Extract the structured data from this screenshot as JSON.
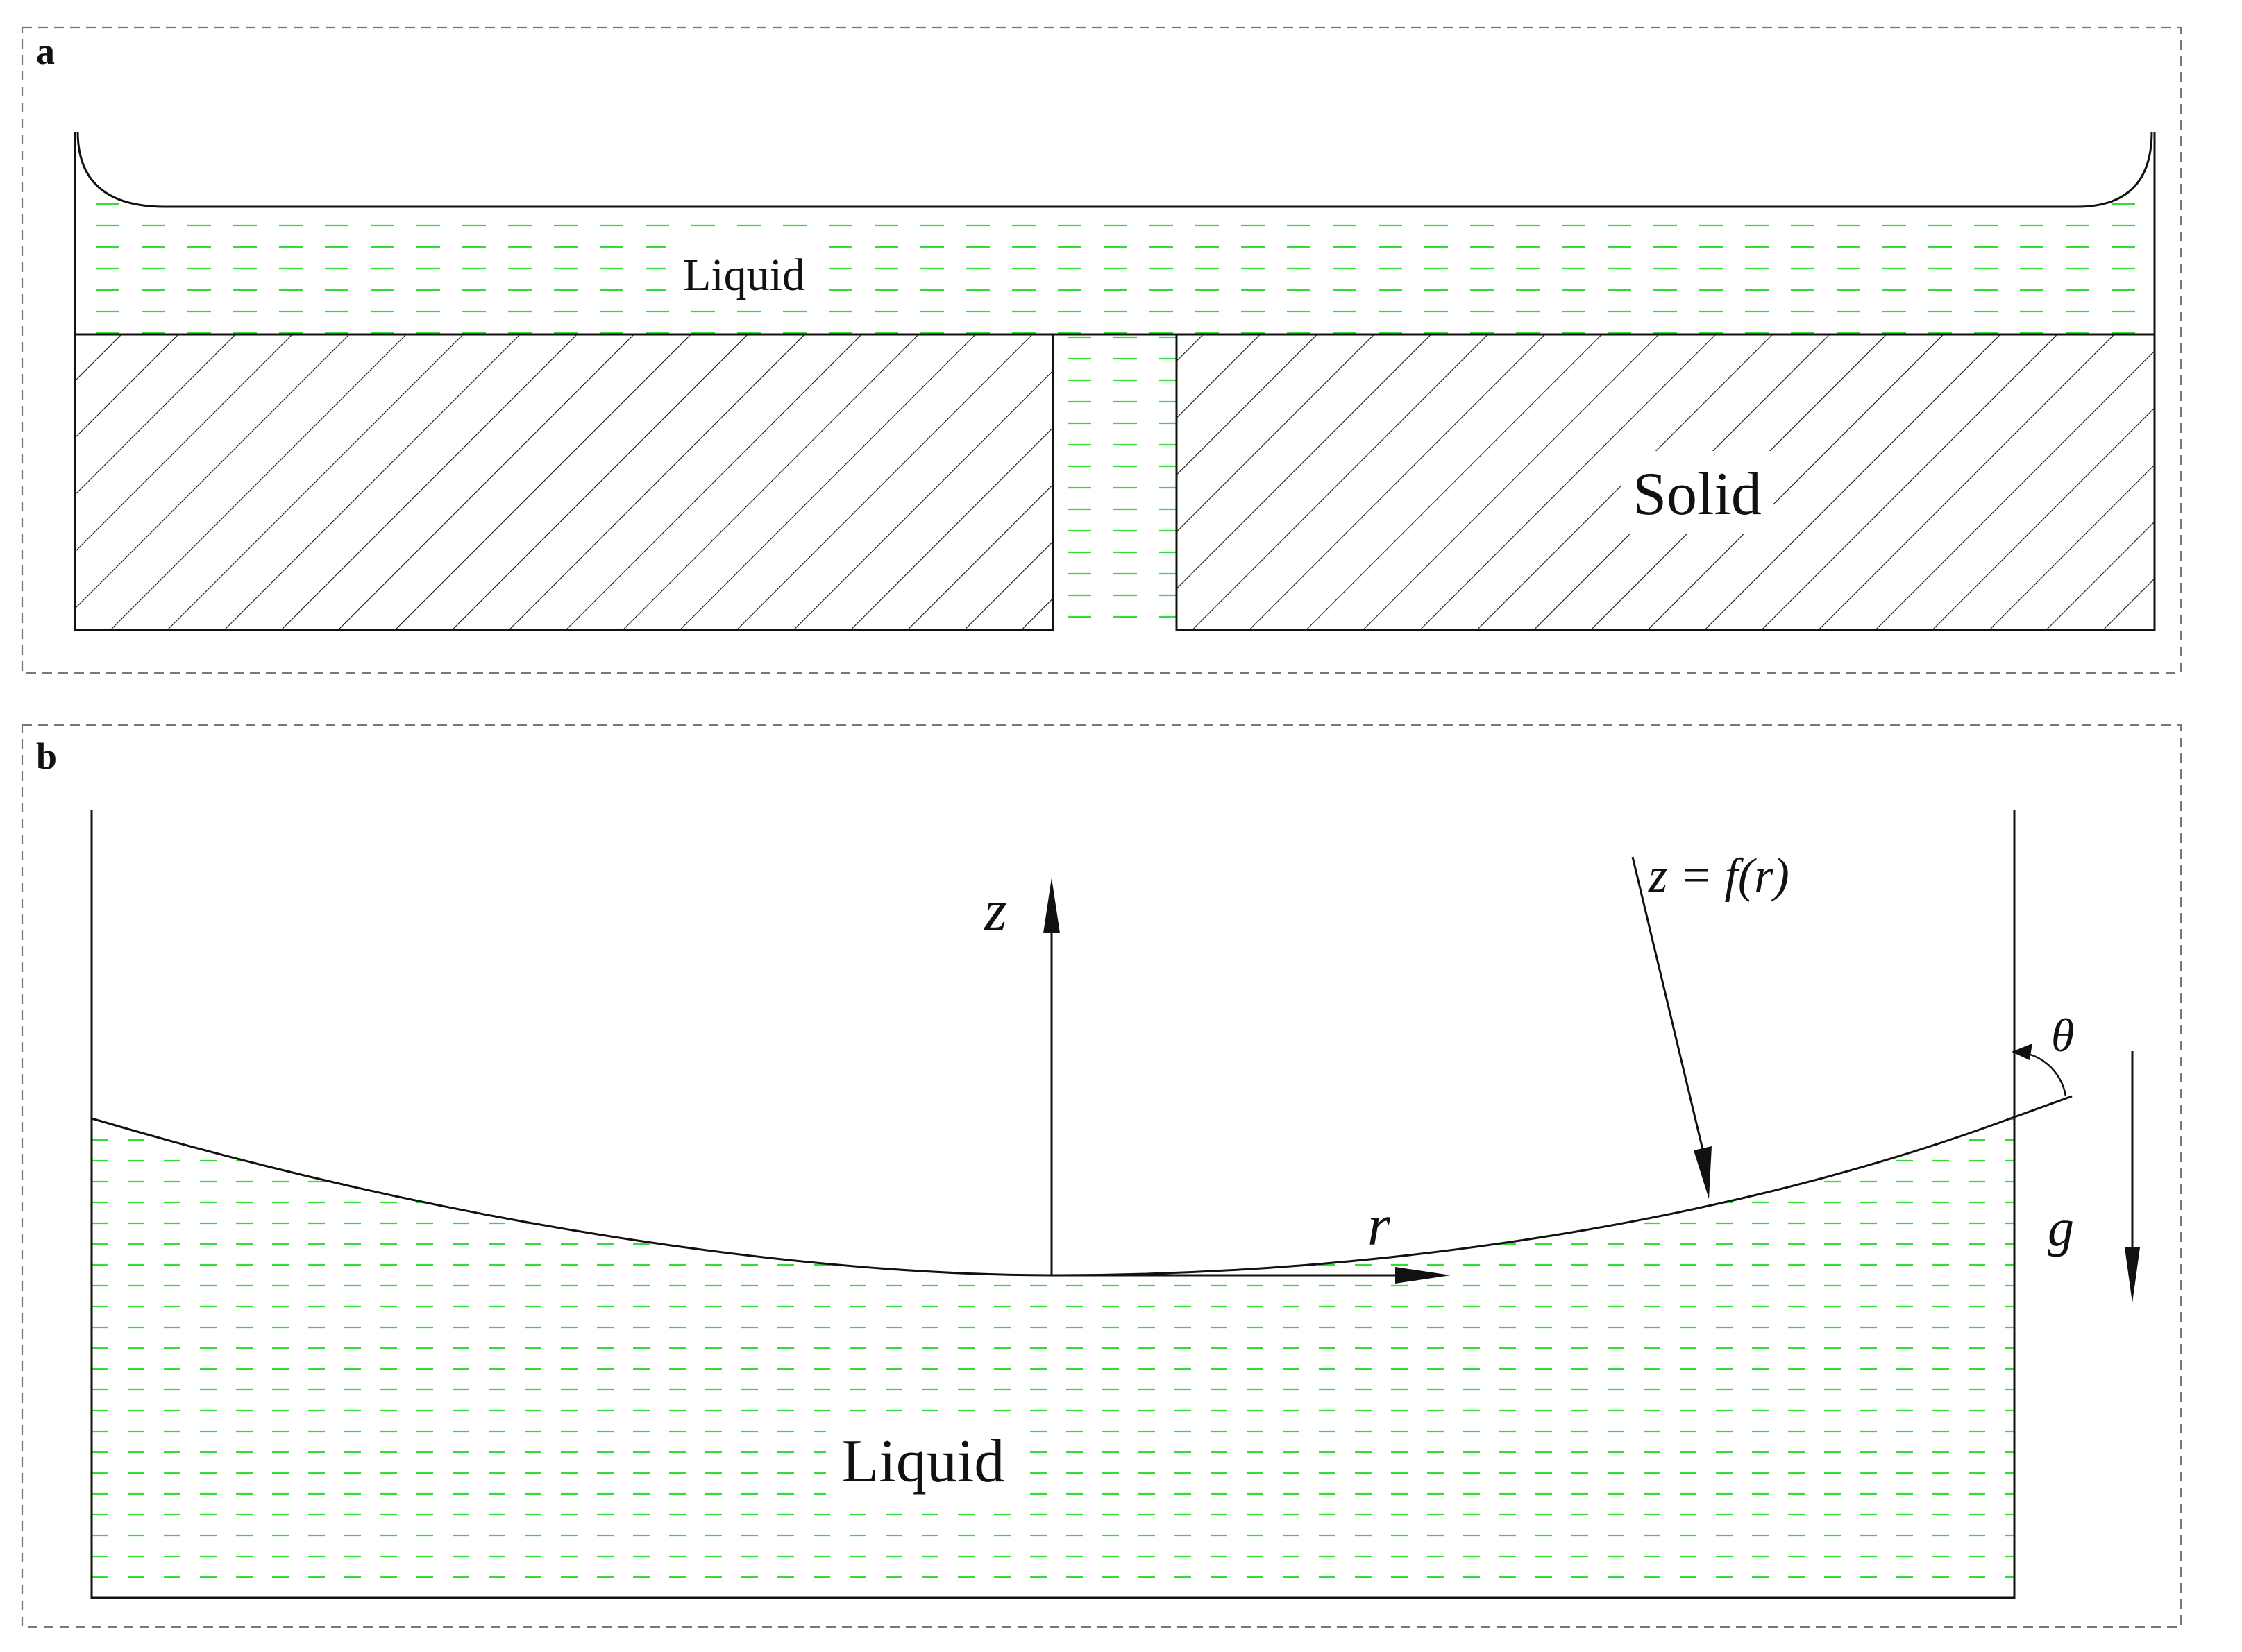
{
  "panels": [
    {
      "label": "a",
      "liquid_label": "Liquid",
      "solid_label": "Solid"
    },
    {
      "label": "b",
      "liquid_label": "Liquid",
      "z_axis": "z",
      "r_axis": "r",
      "surface_equation": "z = f(r)",
      "angle_symbol": "θ",
      "gravity_symbol": "g"
    }
  ],
  "colors": {
    "liquid_dash": "#33dd33",
    "line": "#111111",
    "frame": "#777777"
  }
}
